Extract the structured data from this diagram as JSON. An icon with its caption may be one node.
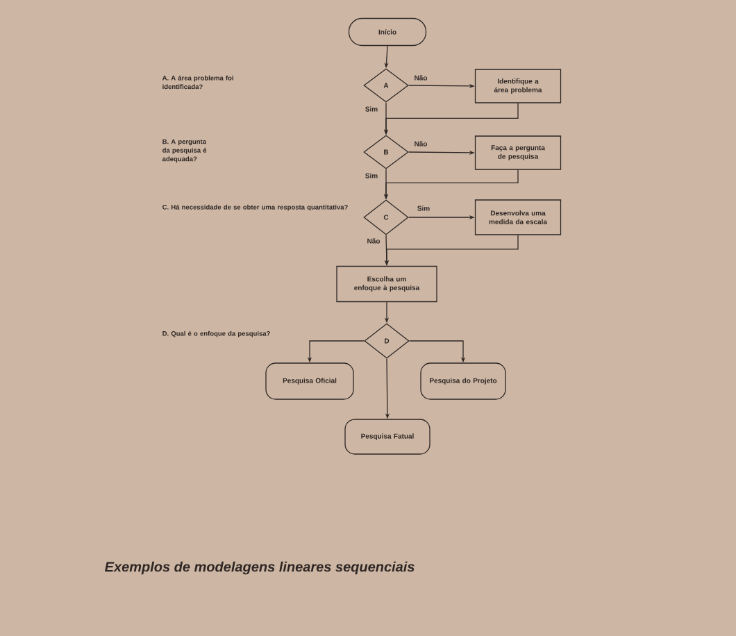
{
  "diagram": {
    "caption": "Exemplos de modelagens lineares sequenciais",
    "nodes": [
      {
        "text": [
          "Início"
        ]
      },
      {
        "text": [
          "A"
        ]
      },
      {
        "text": [
          "Identifique a área problema"
        ]
      },
      {
        "text": [
          "B"
        ]
      },
      {
        "text": [
          "Faça a pergunta de pesquisa"
        ]
      },
      {
        "text": [
          "C"
        ]
      },
      {
        "text": [
          "Desenvolva uma medida da escala"
        ]
      },
      {
        "text": [
          "Escolha um enfoque à pesquisa"
        ]
      },
      {
        "text": [
          "D"
        ]
      },
      {
        "text": [
          "Pesquisa Oficial"
        ]
      },
      {
        "text": [
          "Pesquisa Fatual"
        ]
      },
      {
        "text": [
          "Pesquisa do Projeto"
        ]
      }
    ],
    "edges": [
      {
        "from": 0,
        "to": 1,
        "arrow": "to"
      },
      {
        "from": 1,
        "to": 2,
        "arrow": "to",
        "label": "Não"
      },
      {
        "from": 1,
        "to": 3,
        "arrow": "to",
        "label": "Sim"
      },
      {
        "from": 2,
        "to": 3,
        "arrow": "to"
      },
      {
        "from": 3,
        "to": 4,
        "arrow": "to",
        "label": "Não"
      },
      {
        "from": 3,
        "to": 5,
        "arrow": "to",
        "label": "Sim"
      },
      {
        "from": 4,
        "to": 5,
        "arrow": "to"
      },
      {
        "from": 5,
        "to": 6,
        "arrow": "to",
        "label": "Sim"
      },
      {
        "from": 5,
        "to": 7,
        "arrow": "to",
        "label": "Não"
      },
      {
        "from": 6,
        "to": 7,
        "arrow": "to"
      },
      {
        "from": 7,
        "to": 8,
        "arrow": "to"
      },
      {
        "from": 8,
        "to": 9,
        "arrow": "to"
      },
      {
        "from": 8,
        "to": 10,
        "arrow": "to"
      },
      {
        "from": 8,
        "to": 11,
        "arrow": "to"
      }
    ],
    "labels": [
      "A. A área problema foi identificada?",
      "B. A pergunta da pesquisa é adequada?",
      "C. Há necessidade de se obter uma resposta quantitativa?",
      "D. Qual é o enfoque da pesquisa?"
    ]
  }
}
